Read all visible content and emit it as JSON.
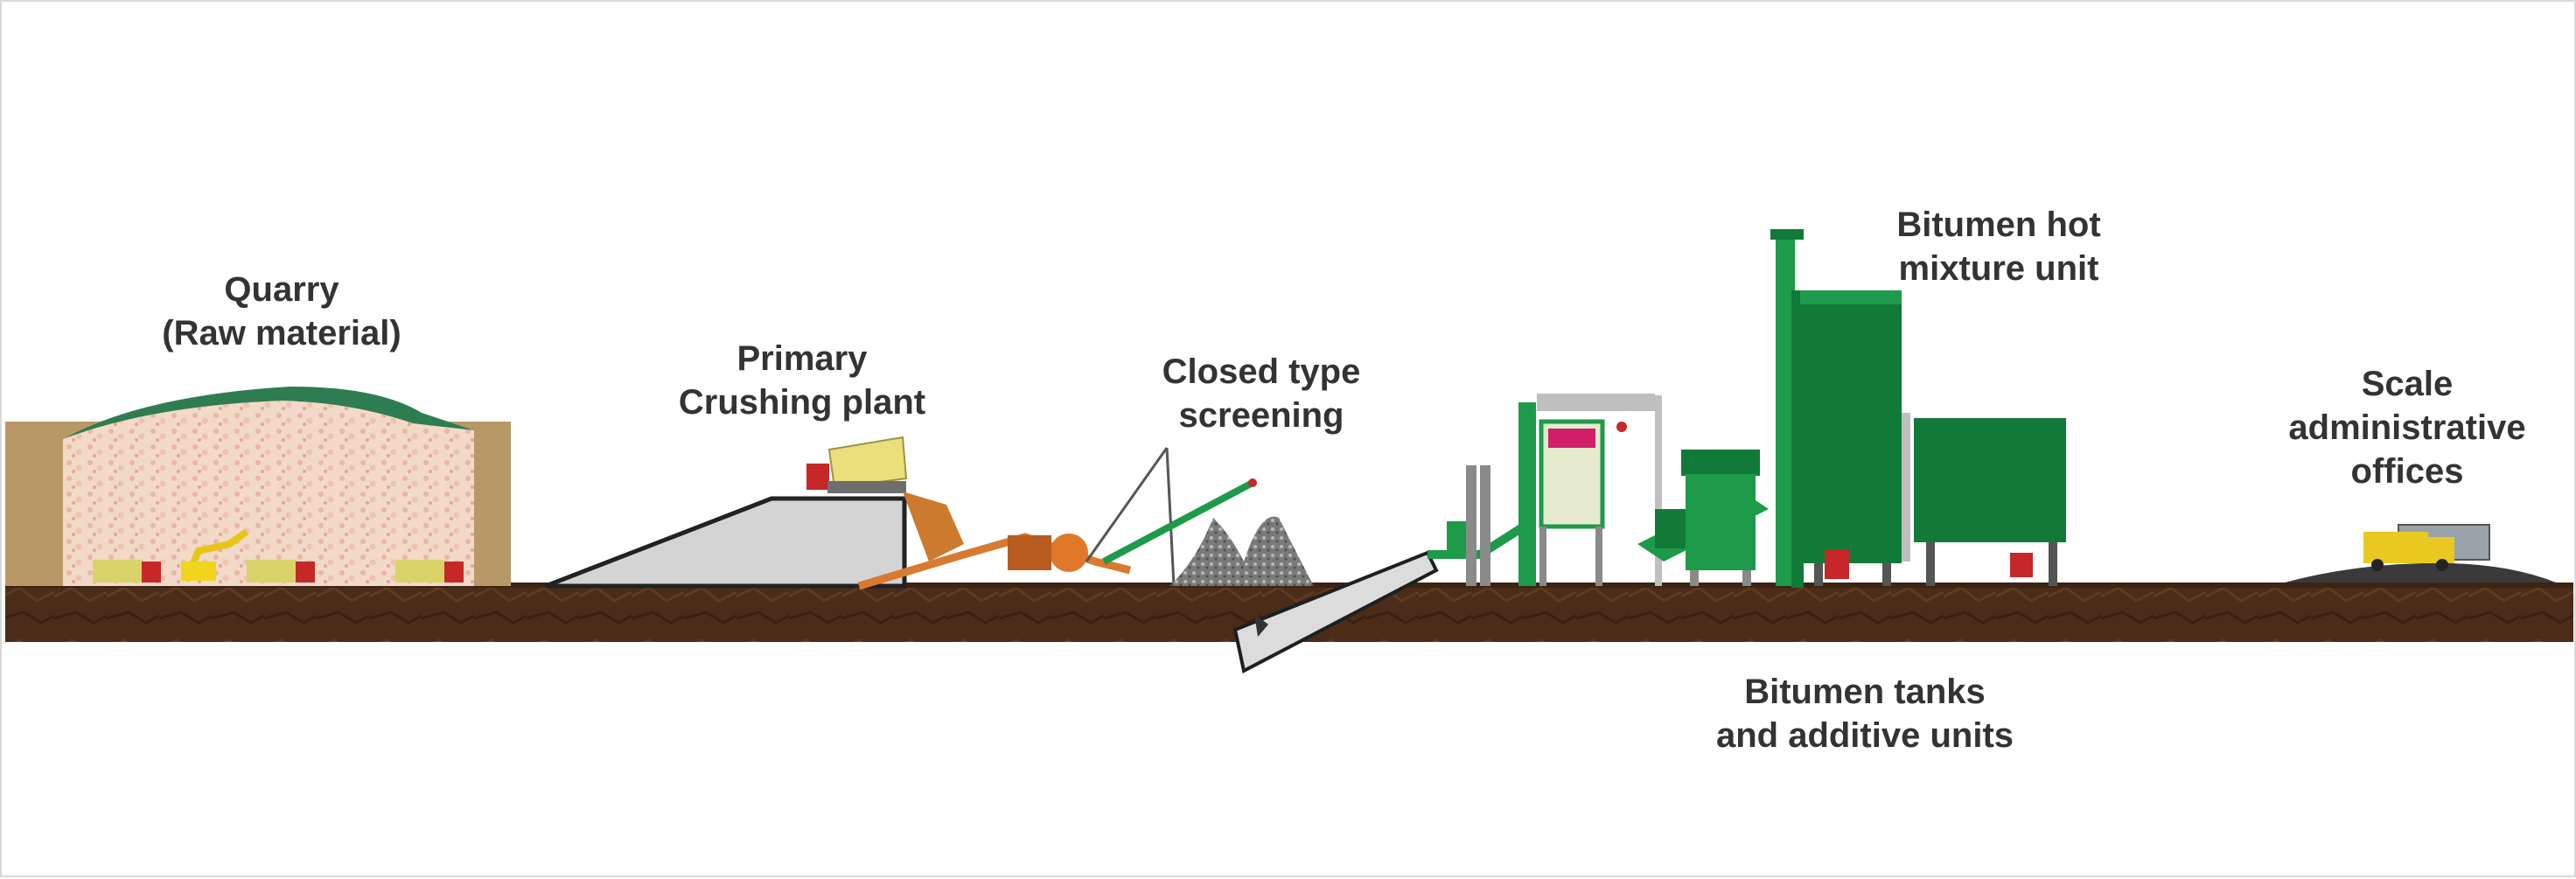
{
  "labels": {
    "quarry": [
      "Quarry",
      "(Raw material)"
    ],
    "crushing": [
      "Primary",
      "Crushing plant"
    ],
    "screening": [
      "Closed type",
      "screening"
    ],
    "hot_mix": [
      "Bitumen hot",
      "mixture unit"
    ],
    "tanks": [
      "Bitumen tanks",
      "and additive units"
    ],
    "offices": [
      "Scale",
      "administrative",
      "offices"
    ]
  },
  "colors": {
    "soil": "#4a2c18",
    "plant_green": "#1d9a4a",
    "plant_dark_green": "#117a38",
    "quarry_tan": "#b99868",
    "quarry_top": "#2e7d52",
    "ramp": "#d4d4d4",
    "label_text": "#333333"
  }
}
